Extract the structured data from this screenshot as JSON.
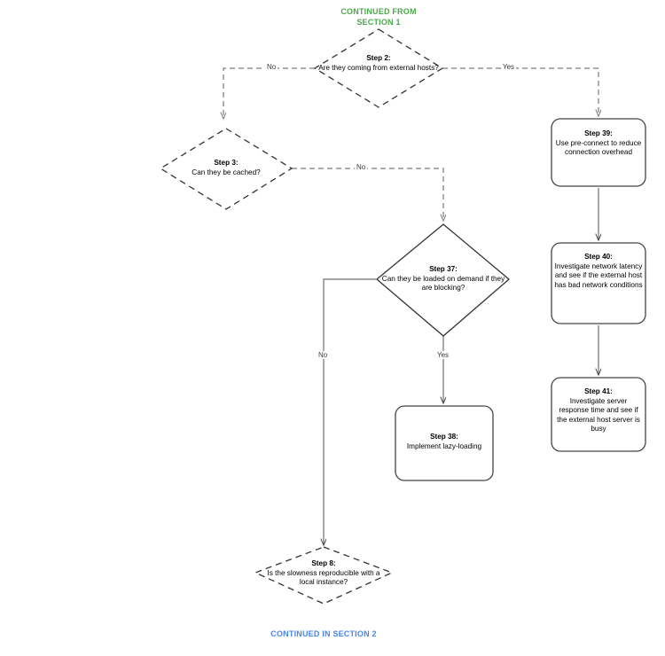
{
  "diagram": {
    "title_top": "CONTINUED FROM\nSECTION 1",
    "title_top_line1": "CONTINUED FROM",
    "title_top_line2": "SECTION 1",
    "title_bottom": "CONTINUED IN SECTION 2",
    "colors": {
      "top_note": "#4aa94a",
      "bottom_note": "#4a86e8",
      "dashed_stroke": "#7a7a7a",
      "solid_stroke": "#4a4a4a",
      "decision_outline": "#333333",
      "process_outline": "#444444",
      "text": "#000000"
    },
    "nodes": [
      {
        "id": "step2",
        "shape": "decision",
        "style": "dashed",
        "title": "Step 2:",
        "body": "Are they coming from external hosts?"
      },
      {
        "id": "step3",
        "shape": "decision",
        "style": "dashed",
        "title": "Step 3:",
        "body": "Can they be cached?"
      },
      {
        "id": "step37",
        "shape": "decision",
        "style": "solid",
        "title": "Step 37:",
        "body": "Can they be loaded on demand if they are blocking?"
      },
      {
        "id": "step38",
        "shape": "process",
        "style": "solid",
        "title": "Step 38:",
        "body": "Implement lazy-loading"
      },
      {
        "id": "step39",
        "shape": "process",
        "style": "solid",
        "title": "Step 39:",
        "body": "Use pre-connect to reduce connection overhead"
      },
      {
        "id": "step40",
        "shape": "process",
        "style": "solid",
        "title": "Step 40:",
        "body": "Investigate network latency and see if the external host has bad network conditions"
      },
      {
        "id": "step41",
        "shape": "process",
        "style": "solid",
        "title": "Step 41:",
        "body": "Investigate server response time and see if the external host server is busy"
      },
      {
        "id": "step8",
        "shape": "decision",
        "style": "dashed",
        "title": "Step 8:",
        "body": "Is the slowness reproducible with a local instance?"
      }
    ],
    "edges": [
      {
        "id": "e-step2-no",
        "from": "step2",
        "to": "step3",
        "label": "No",
        "style": "dashed"
      },
      {
        "id": "e-step2-yes",
        "from": "step2",
        "to": "step39",
        "label": "Yes",
        "style": "dashed"
      },
      {
        "id": "e-step3-no",
        "from": "step3",
        "to": "step37",
        "label": "No",
        "style": "dashed"
      },
      {
        "id": "e-step37-no",
        "from": "step37",
        "to": "step8",
        "label": "No",
        "style": "solid"
      },
      {
        "id": "e-step37-yes",
        "from": "step37",
        "to": "step38",
        "label": "Yes",
        "style": "solid"
      },
      {
        "id": "e-step39-step40",
        "from": "step39",
        "to": "step40",
        "label": "",
        "style": "solid"
      },
      {
        "id": "e-step40-step41",
        "from": "step40",
        "to": "step41",
        "label": "",
        "style": "solid"
      }
    ]
  }
}
